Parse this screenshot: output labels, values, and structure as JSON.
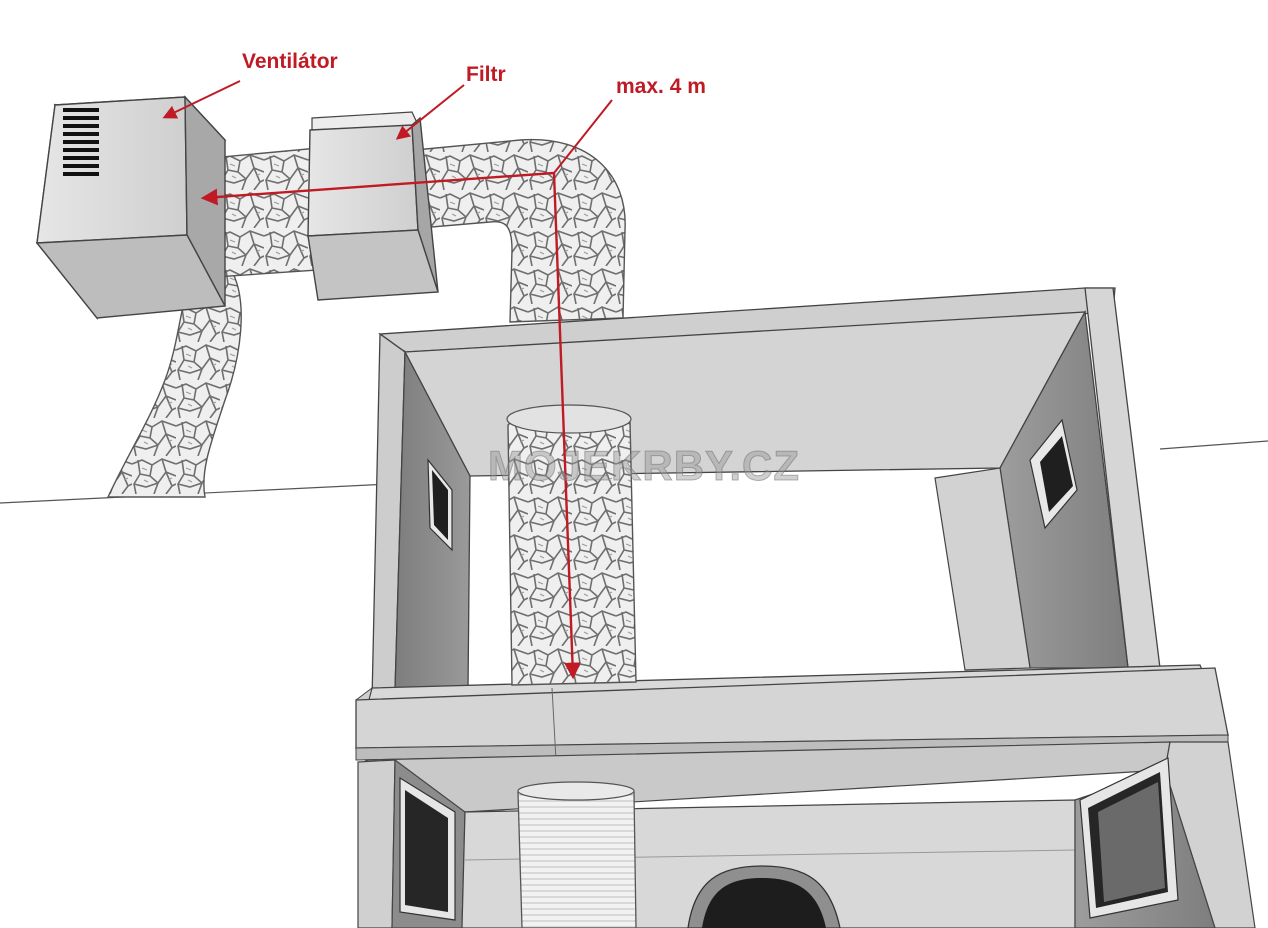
{
  "labels": {
    "fan": "Ventilátor",
    "filter": "Filtr",
    "max_length": "max. 4 m"
  },
  "watermark": "MOJEKRBY.CZ",
  "colors": {
    "annotation": "#c01a24",
    "concrete_light": "#dadada",
    "concrete_mid": "#c9c9c9",
    "concrete_dark": "#8a8a8a",
    "duct_fill": "#ececec",
    "duct_pattern": "#7d7d7d",
    "window_dark": "#2a2a2a"
  },
  "icons": [
    "fan-vent-grille-icon",
    "arrow-icon"
  ]
}
